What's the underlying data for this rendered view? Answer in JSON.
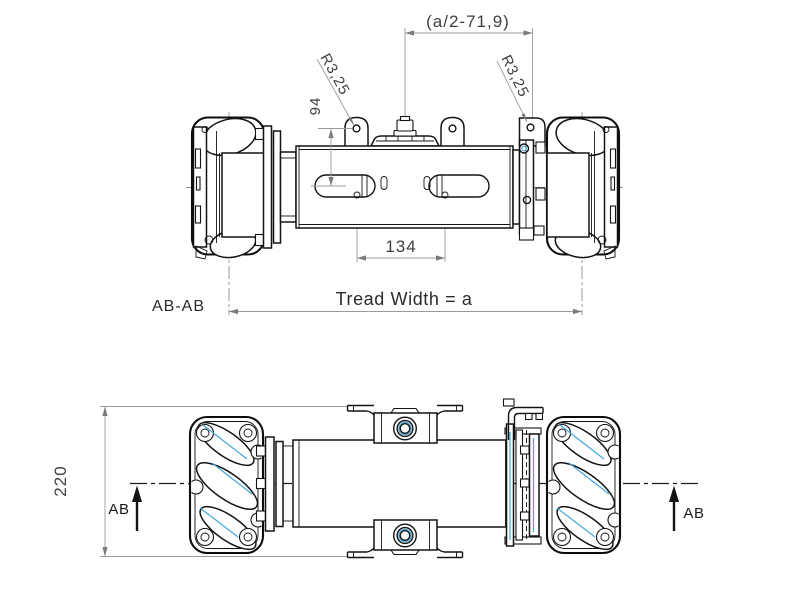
{
  "drawing_type": "CAD engineering drawing - mecanum wheel chassis, section and front views",
  "annotations": {
    "half_tread": "(a/2-71,9)",
    "radius_left": "R3,25",
    "radius_right": "R3,25",
    "vertical_offset": "94",
    "slot_spacing": "134",
    "tread_width": "Tread Width = a",
    "section_label": "AB-AB",
    "overall_height": "220",
    "section_arrow_left": "AB",
    "section_arrow_right": "AB"
  },
  "colors": {
    "line": "#141414",
    "dimension_line": "#9b9b9b",
    "dimension_text": "#3f3f3f",
    "accent": "#45a8dc",
    "background": "#ffffff"
  }
}
